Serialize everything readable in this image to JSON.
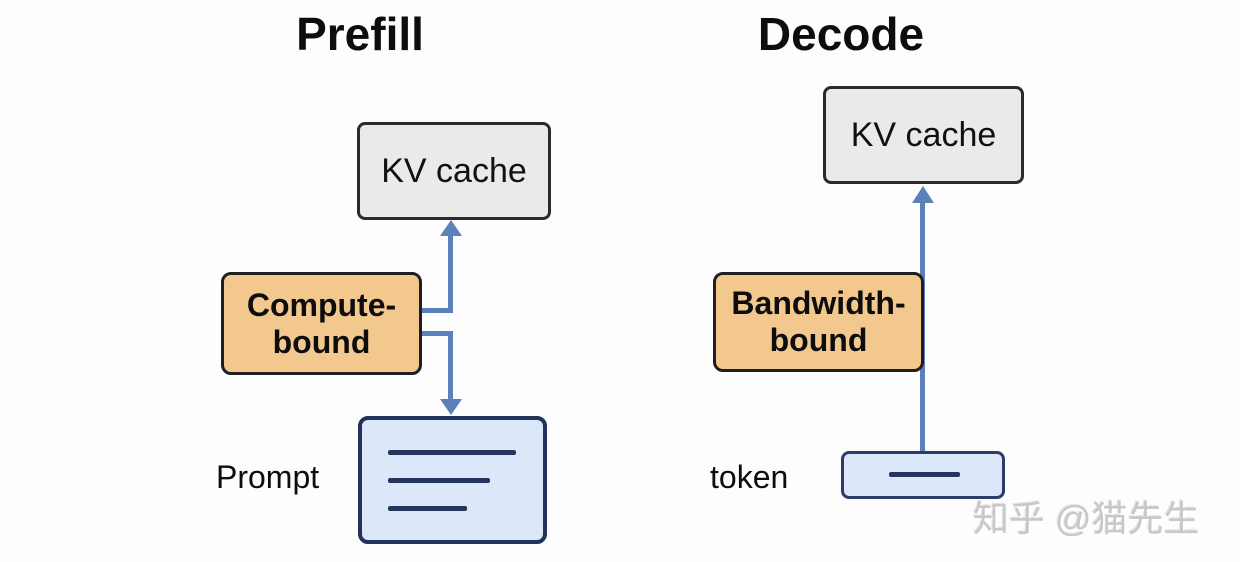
{
  "panels": {
    "prefill": {
      "title": "Prefill",
      "kv_cache": "KV cache",
      "bound_box": {
        "line1": "Compute-",
        "line2": "bound"
      },
      "io_label": "Prompt"
    },
    "decode": {
      "title": "Decode",
      "kv_cache": "KV cache",
      "bound_box": {
        "line1": "Bandwidth-",
        "line2": "bound"
      },
      "io_label": "token"
    }
  },
  "watermark": "知乎 @猫先生",
  "colors": {
    "arrow_blue": "#5b81b8",
    "orange_fill": "#f3c88e",
    "gray_fill": "#eaeaea",
    "blue_fill": "#dce8f9",
    "navy": "#25355e",
    "dark_border": "#1f1f1f",
    "watermark_gray": "#c8c8c8"
  }
}
